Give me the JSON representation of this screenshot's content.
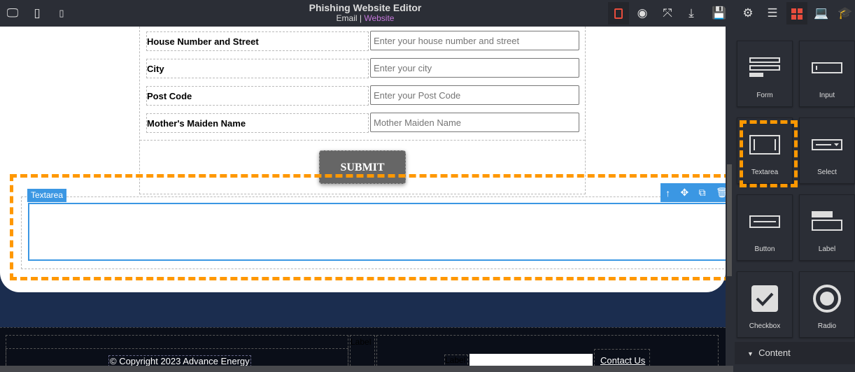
{
  "topbar": {
    "title": "Phishing Website Editor",
    "sub_email": "Email",
    "sub_sep": "|",
    "sub_website": "Website",
    "left_icons": [
      "desktop-icon",
      "tablet-icon",
      "mobile-icon"
    ],
    "right_icons": [
      "square-outline-icon",
      "eye-icon",
      "fullscreen-icon",
      "download-icon",
      "save-paint-icon",
      "gear-icon",
      "menu-icon",
      "blocks-icon",
      "laptop-icon",
      "graduation-cap-icon"
    ]
  },
  "form": {
    "rows": [
      {
        "label": "House Number and Street",
        "placeholder": "Enter your house number and street"
      },
      {
        "label": "City",
        "placeholder": "Enter your city"
      },
      {
        "label": "Post Code",
        "placeholder": "Enter your Post Code"
      },
      {
        "label": "Mother's Maiden Name",
        "placeholder": "Mother Maiden Name"
      }
    ],
    "submit": "SUBMIT"
  },
  "textarea": {
    "tag": "Textarea",
    "tools": [
      "arrow-up-icon",
      "move-icon",
      "copy-icon",
      "trash-icon"
    ]
  },
  "footer": {
    "copyright": "© Copyright 2023 Advance Energy",
    "label1": "Label",
    "label2": "Label",
    "contact": "Contact Us"
  },
  "panel": {
    "blocks": [
      {
        "label": "Form"
      },
      {
        "label": "Input"
      },
      {
        "label": "Textarea"
      },
      {
        "label": "Select"
      },
      {
        "label": "Button"
      },
      {
        "label": "Label"
      },
      {
        "label": "Checkbox"
      },
      {
        "label": "Radio"
      }
    ],
    "content_section": "Content"
  },
  "colors": {
    "accent": "#3b97e3",
    "selection": "#ff9800",
    "link": "#c678dd",
    "footer_bg": "#0a0e18",
    "navy": "#1b2d4f"
  }
}
